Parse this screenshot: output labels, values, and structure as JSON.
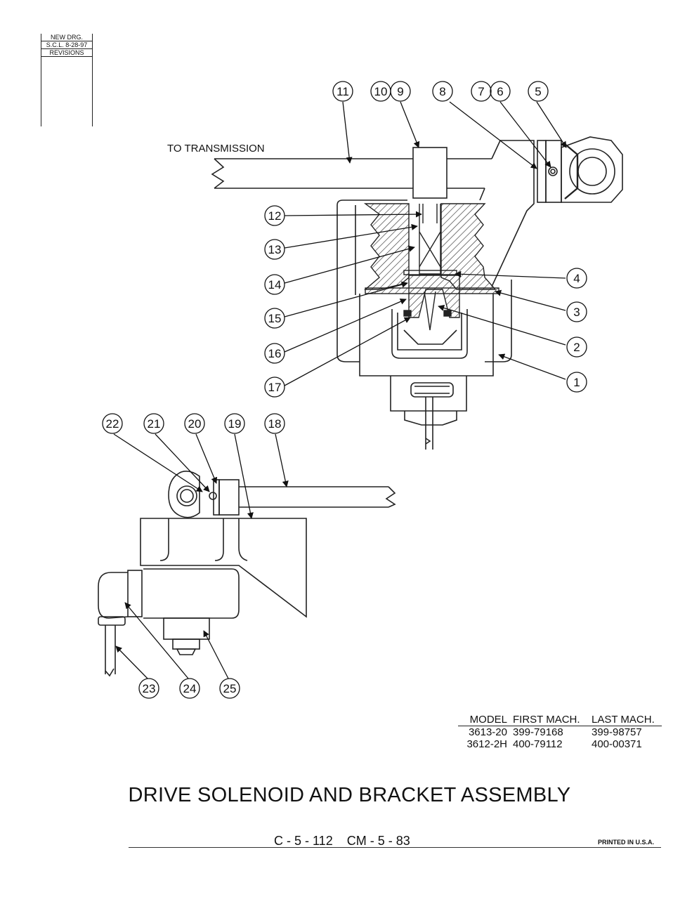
{
  "revision_block": {
    "line1": "NEW DRG.",
    "line2": "S.C.L.  8-28-97",
    "line3": "REVISIONS"
  },
  "to_transmission_label": "TO TRANSMISSION",
  "callouts": [
    "1",
    "2",
    "3",
    "4",
    "5",
    "6",
    "7",
    "8",
    "9",
    "10",
    "11",
    "12",
    "13",
    "14",
    "15",
    "16",
    "17",
    "18",
    "19",
    "20",
    "21",
    "22",
    "23",
    "24",
    "25"
  ],
  "model_table": {
    "headers": [
      "MODEL",
      "FIRST MACH.",
      "LAST MACH."
    ],
    "rows": [
      [
        "3613-20",
        "399-79168",
        "399-98757"
      ],
      [
        "3612-2H",
        "400-79112",
        "400-00371"
      ]
    ]
  },
  "title": "DRIVE SOLENOID AND BRACKET ASSEMBLY",
  "footer_code": "C - 5 - 112    CM - 5 - 83",
  "printed_label": "PRINTED IN U.S.A."
}
